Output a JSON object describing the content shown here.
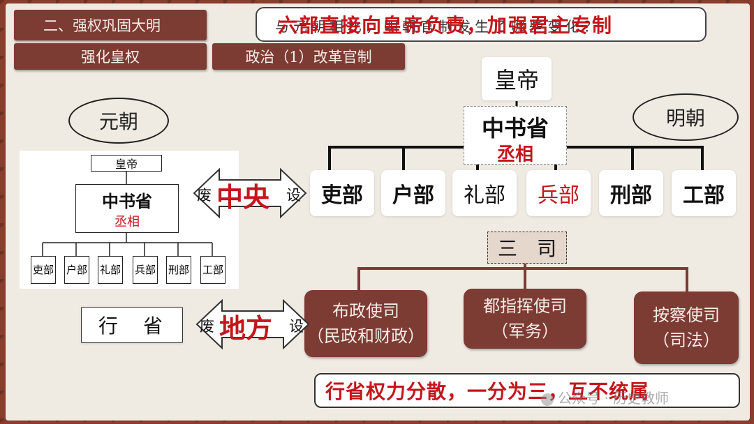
{
  "header": {
    "section_title": "二、强权巩固大明",
    "sub_tag": "强化皇权",
    "topic_tag": "政治（1）改革官制"
  },
  "banner": {
    "question_text": "与元朝相比，明朝官制发生了哪些变化？",
    "answer_text": "六部直接向皇帝负责，加强君主专制"
  },
  "yuan": {
    "label": "元朝",
    "diagram": {
      "emperor": "皇帝",
      "secretariat": "中书省",
      "chancellor": "丞相",
      "ministries": [
        "吏部",
        "户部",
        "礼部",
        "兵部",
        "刑部",
        "工部"
      ]
    },
    "province": "行　省"
  },
  "ming": {
    "label": "明朝",
    "emperor": "皇帝",
    "secretariat": "中书省",
    "chancellor": "丞相",
    "ministries": [
      "吏部",
      "户部",
      "礼部",
      "兵部",
      "刑部",
      "工部"
    ],
    "three_offices": "三　司",
    "offices": [
      {
        "name": "布政使司",
        "duty": "（民政和财政）"
      },
      {
        "name": "都指挥使司",
        "duty": "（军务）"
      },
      {
        "name": "按察使司",
        "duty": "（司法）"
      }
    ]
  },
  "reforms": {
    "central": {
      "abolish": "废",
      "level": "中央",
      "establish": "设"
    },
    "local": {
      "abolish": "废",
      "level": "地方",
      "establish": "设"
    }
  },
  "conclusion": "行省权力分散，一分为三，互不统属",
  "watermark": "公众号 · 历史教师",
  "colors": {
    "accent": "#7c3b33",
    "red": "#c4161c"
  }
}
